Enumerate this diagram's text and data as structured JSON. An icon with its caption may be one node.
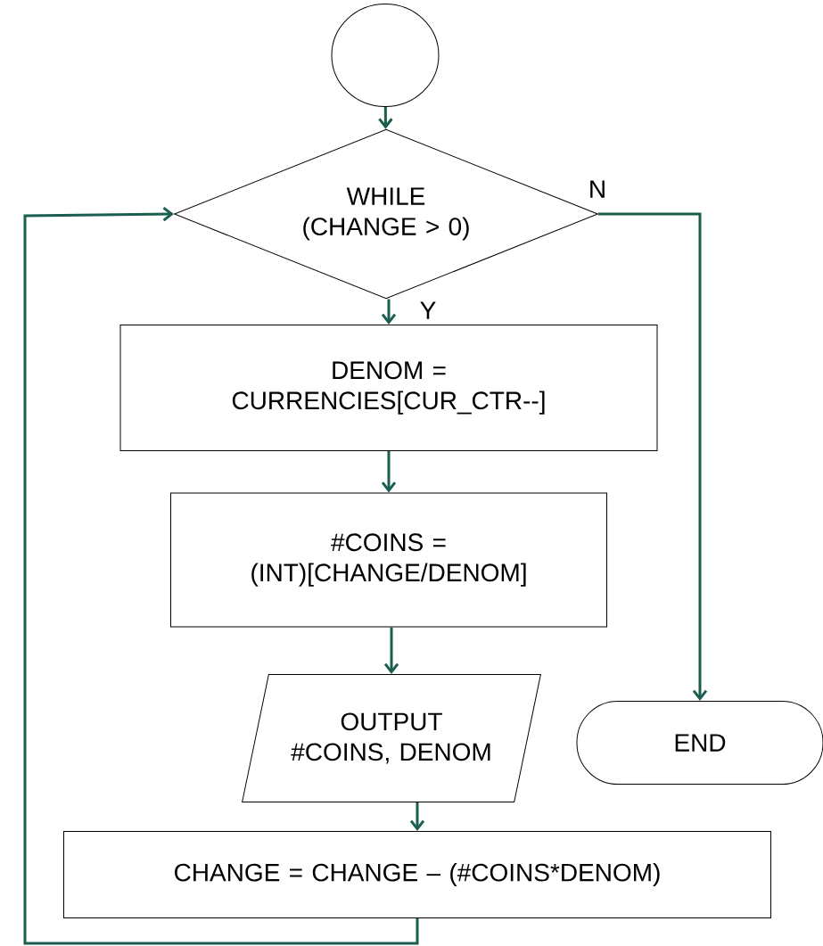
{
  "diagram": {
    "nodes": [
      {
        "text": [],
        "shape": "circle"
      },
      {
        "text": [
          "WHILE (CHANGE > 0)"
        ]
      },
      {
        "text": [
          "DENOM = CURRENCIES[CUR_CTR--]"
        ]
      },
      {
        "text": [
          "#COINS = (INT)[CHANGE/DENOM]"
        ]
      },
      {
        "text": [
          "OUTPUT #COINS, DENOM"
        ]
      },
      {
        "text": [
          "CHANGE = CHANGE – (#COINS*DENOM)"
        ]
      },
      {
        "text": [
          "END"
        ]
      }
    ],
    "edges": [
      {
        "from": 0,
        "to": 1,
        "arrow": "to"
      },
      {
        "from": 1,
        "to": 2,
        "arrow": "to",
        "label": "Y"
      },
      {
        "from": 2,
        "to": 3,
        "arrow": "to"
      },
      {
        "from": 3,
        "to": 4,
        "arrow": "to"
      },
      {
        "from": 4,
        "to": 5,
        "arrow": "to"
      },
      {
        "from": 5,
        "to": 1,
        "arrow": "to"
      },
      {
        "from": 1,
        "to": 6,
        "arrow": "to",
        "label": "N"
      }
    ]
  }
}
